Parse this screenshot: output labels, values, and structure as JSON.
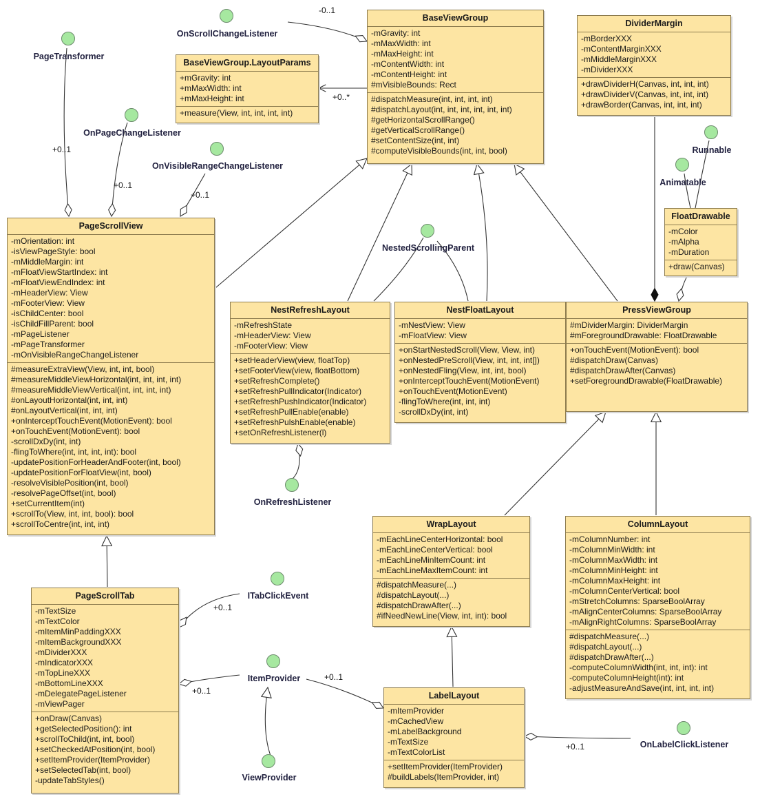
{
  "classes": {
    "BaseViewGroup": {
      "name": "BaseViewGroup",
      "attributes": [
        "-mGravity: int",
        "-mMaxWidth: int",
        "-mMaxHeight: int",
        "-mContentWidth: int",
        "-mContentHeight: int",
        "#mVisibleBounds: Rect"
      ],
      "methods": [
        "#dispatchMeasure(int, int, int, int)",
        "#dispatchLayout(int, int, int, int, int, int)",
        "#getHorizontalScrollRange()",
        "#getVerticalScrollRange()",
        "#setContentSize(int, int)",
        "#computeVisibleBounds(int, int, bool)"
      ]
    },
    "LayoutParams": {
      "name": "BaseViewGroup.LayoutParams",
      "attributes": [
        "+mGravity: int",
        "+mMaxWidth: int",
        "+mMaxHeight: int"
      ],
      "methods": [
        "+measure(View, int, int, int, int)"
      ]
    },
    "DividerMargin": {
      "name": "DividerMargin",
      "attributes": [
        "-mBorderXXX",
        "-mContentMarginXXX",
        "-mMiddleMarginXXX",
        "-mDividerXXX"
      ],
      "methods": [
        "+drawDividerH(Canvas, int, int, int)",
        "+drawDividerV(Canvas, int, int, int)",
        "+drawBorder(Canvas, int, int, int)"
      ]
    },
    "FloatDrawable": {
      "name": "FloatDrawable",
      "attributes": [
        "-mColor",
        "-mAlpha",
        "-mDuration"
      ],
      "methods": [
        "+draw(Canvas)"
      ]
    },
    "PageScrollView": {
      "name": "PageScrollView",
      "attributes": [
        "-mOrientation: int",
        "-isViewPageStyle: bool",
        "-mMiddleMargin: int",
        "-mFloatViewStartIndex: int",
        "-mFloatViewEndIndex: int",
        "-mHeaderView: View",
        "-mFooterView: View",
        "-isChildCenter: bool",
        "-isChildFillParent: bool",
        "-mPageListener",
        "-mPageTransformer",
        "-mOnVisibleRangeChangeListener"
      ],
      "methods": [
        "#measureExtraView(View, int, int, bool)",
        "#measureMiddleViewHorizontal(int, int, int, int)",
        "#measureMiddleViewVertical(int, int, int, int)",
        "#onLayoutHorizontal(int, int, int)",
        "#onLayoutVertical(int, int, int)",
        "+onInterceptTouchEvent(MotionEvent): bool",
        "+onTouchEvent(MotionEvent): bool",
        "-scrollDxDy(int, int)",
        "-flingToWhere(int, int, int, int): bool",
        "-updatePositionForHeaderAndFooter(int, bool)",
        "-updatePositionForFloatView(int, bool)",
        "-resolveVisiblePosition(int, bool)",
        "-resolvePageOffset(int, bool)",
        "+setCurrentItem(int)",
        "+scrollTo(View, int, int, bool): bool",
        "+scrollToCentre(int, int, int)"
      ]
    },
    "NestRefreshLayout": {
      "name": "NestRefreshLayout",
      "attributes": [
        "-mRefreshState",
        "-mHeaderView: View",
        "-mFooterView: View"
      ],
      "methods": [
        "+setHeaderView(view, floatTop)",
        "+setFooterView(view, floatBottom)",
        "+setRefreshComplete()",
        "+setRefreshPullIndicator(Indicator)",
        "+setRefreshPushIndicator(Indicator)",
        "+setRefreshPullEnable(enable)",
        "+setRefreshPulshEnable(enable)",
        "+setOnRefreshListener(l)"
      ]
    },
    "NestFloatLayout": {
      "name": "NestFloatLayout",
      "attributes": [
        "-mNestView: View",
        "-mFloatView: View"
      ],
      "methods": [
        "+onStartNestedScroll(View, View, int)",
        "+onNestedPreScroll(View, int, int, int[])",
        "+onNestedFling(View, int, int, bool)",
        "+onInterceptTouchEvent(MotionEvent)",
        "+onTouchEvent(MotionEvent)",
        "-flingToWhere(int, int, int)",
        "-scrollDxDy(int, int)"
      ]
    },
    "PressViewGroup": {
      "name": "PressViewGroup",
      "attributes": [
        "#mDividerMargin: DividerMargin",
        "#mForegroundDrawable: FloatDrawable"
      ],
      "methods": [
        "+onTouchEvent(MotionEvent): bool",
        "#dispatchDraw(Canvas)",
        "#dispatchDrawAfter(Canvas)",
        "+setForegroundDrawable(FloatDrawable)"
      ]
    },
    "WrapLayout": {
      "name": "WrapLayout",
      "attributes": [
        "-mEachLineCenterHorizontal: bool",
        "-mEachLineCenterVertical: bool",
        "-mEachLineMinItemCount: int",
        "-mEachLineMaxItemCount: int"
      ],
      "methods": [
        "#dispatchMeasure(...)",
        "#dispatchLayout(...)",
        "#dispatchDrawAfter(...)",
        "#ifNeedNewLine(View, int, int): bool"
      ]
    },
    "ColumnLayout": {
      "name": "ColumnLayout",
      "attributes": [
        "-mColumnNumber: int",
        "-mColumnMinWidth: int",
        "-mColumnMaxWidth: int",
        "-mColumnMinHeight: int",
        "-mColumnMaxHeight: int",
        "-mColumnCenterVertical: bool",
        "-mStretchColumns: SparseBoolArray",
        "-mAlignCenterColumns: SparseBoolArray",
        "-mAlignRightColumns: SparseBoolArray"
      ],
      "methods": [
        "#dispatchMeasure(...)",
        "#dispatchLayout(...)",
        "#dispatchDrawAfter(...)",
        "-computeColumnWidth(int, int, int): int",
        "-computeColumnHeight(int): int",
        "-adjustMeasureAndSave(int, int, int, int)"
      ]
    },
    "PageScrollTab": {
      "name": "PageScrollTab",
      "attributes": [
        "-mTextSize",
        "-mTextColor",
        "-mItemMinPaddingXXX",
        "-mItemBackgroundXXX",
        "-mDividerXXX",
        "-mIndicatorXXX",
        "-mTopLineXXX",
        "-mBottomLineXXX",
        "-mDelegatePageListener",
        "-mViewPager"
      ],
      "methods": [
        "+onDraw(Canvas)",
        "+getSelectedPosition(): int",
        "+scrollToChild(int, int, bool)",
        "+setCheckedAtPosition(int, bool)",
        "+setItemProvider(ItemProvider)",
        "+setSelectedTab(int, bool)",
        "-updateTabStyles()"
      ]
    },
    "LabelLayout": {
      "name": "LabelLayout",
      "attributes": [
        "-mItemProvider",
        "-mCachedView",
        "-mLabelBackground",
        "-mTextSize",
        "-mTextColorList"
      ],
      "methods": [
        "+setItemProvider(ItemProvider)",
        "#buildLabels(ItemProvider, int)"
      ]
    }
  },
  "interfaces": {
    "OnScrollChangeListener": "OnScrollChangeListener",
    "PageTransformer": "PageTransformer",
    "OnPageChangeListener": "OnPageChangeListener",
    "OnVisibleRangeChangeListener": "OnVisibleRangeChangeListener",
    "Runnable": "Runnable",
    "Animatable": "Animatable",
    "NestedScrollingParent": "NestedScrollingParent",
    "OnRefreshListener": "OnRefreshListener",
    "ITabClickEvent": "ITabClickEvent",
    "ItemProvider": "ItemProvider",
    "ViewProvider": "ViewProvider",
    "OnLabelClickListener": "OnLabelClickListener"
  },
  "multiplicities": {
    "scrollChange": "-0..1",
    "layoutParams": "+0..*",
    "pageTransformer": "+0..1",
    "pageChange": "+0..1",
    "visibleRange": "+0..1",
    "tabClick": "+0..1",
    "tabItemProvider": "+0..1",
    "labelItemProvider": "+0..1",
    "labelClick": "+0..1"
  },
  "colors": {
    "classFill": "#fde5a3",
    "classBorder": "#8c7b4e",
    "interfaceFill": "#a6e8a0",
    "line": "#333333"
  }
}
